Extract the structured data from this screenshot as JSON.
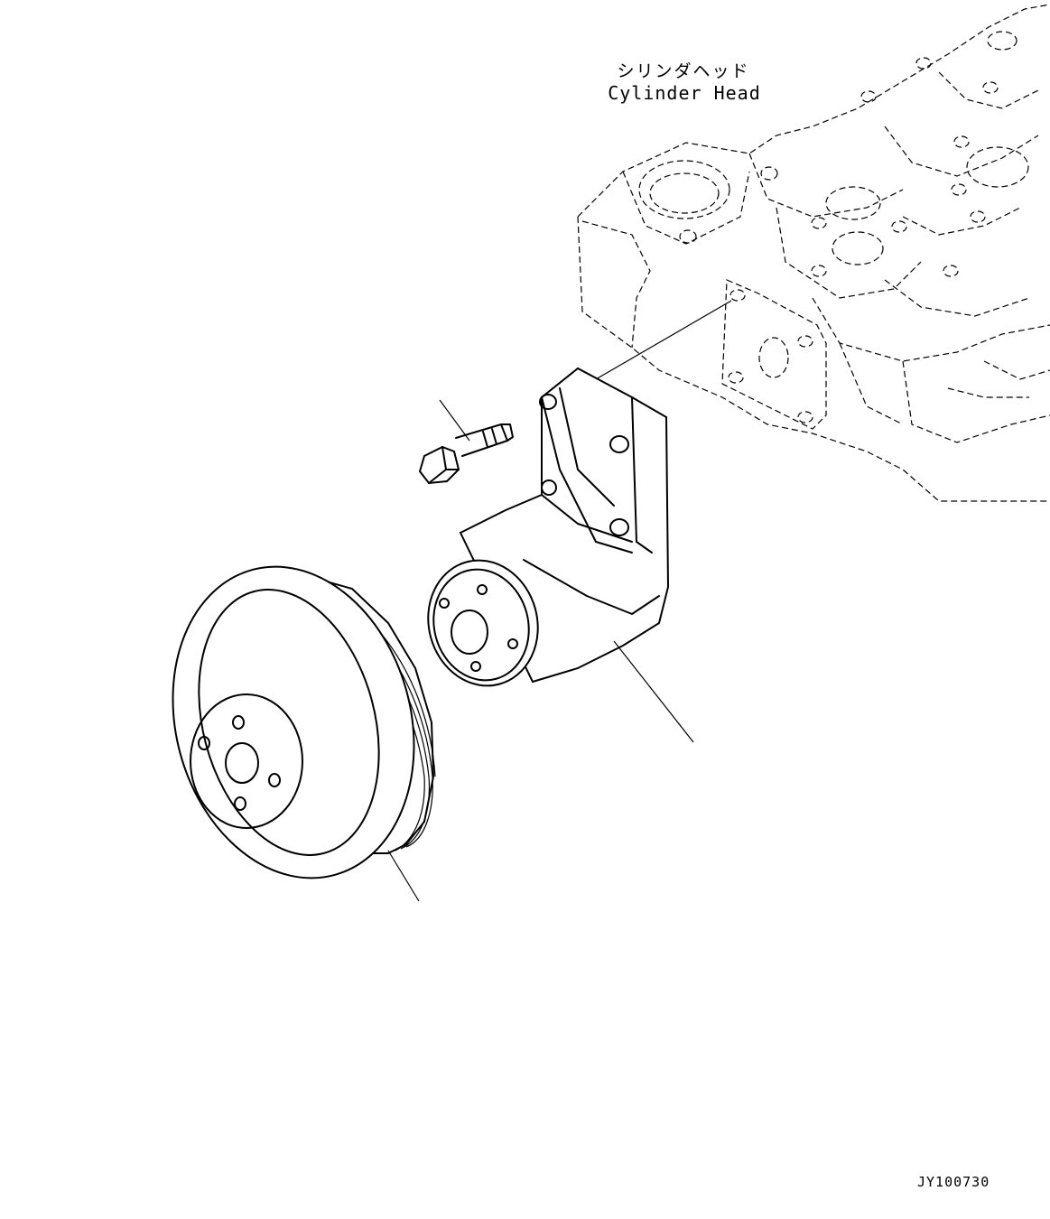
{
  "labels": {
    "cylinder_head_jp": "シリンダヘッド",
    "cylinder_head_en": "Cylinder Head",
    "drawing_number": "JY100730"
  }
}
